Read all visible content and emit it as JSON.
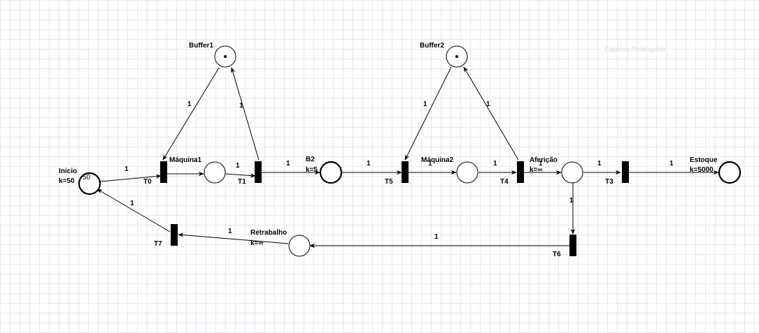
{
  "watermark": "Captura Retangular",
  "places": {
    "buffer1": {
      "label": "Buffer1"
    },
    "buffer2": {
      "label": "Buffer2"
    },
    "inicio": {
      "label": "Inicio",
      "capacity": "k=50",
      "tokens": "50"
    },
    "maquina1": {
      "label": "Máquina1"
    },
    "b2": {
      "label": "B2",
      "capacity": "k=5"
    },
    "maquina2": {
      "label": "Máquina2"
    },
    "afericao": {
      "label": "Aferição",
      "capacity": "k=∞"
    },
    "estoque": {
      "label": "Estoque",
      "capacity": "k=5000"
    },
    "retrabalho": {
      "label": "Retrabalho",
      "capacity": "k=∞"
    }
  },
  "transitions": {
    "t0": "T0",
    "t1": "T1",
    "t3": "T3",
    "t4": "T4",
    "t5": "T5",
    "t6": "T6",
    "t7": "T7"
  },
  "arc_weight": "1"
}
